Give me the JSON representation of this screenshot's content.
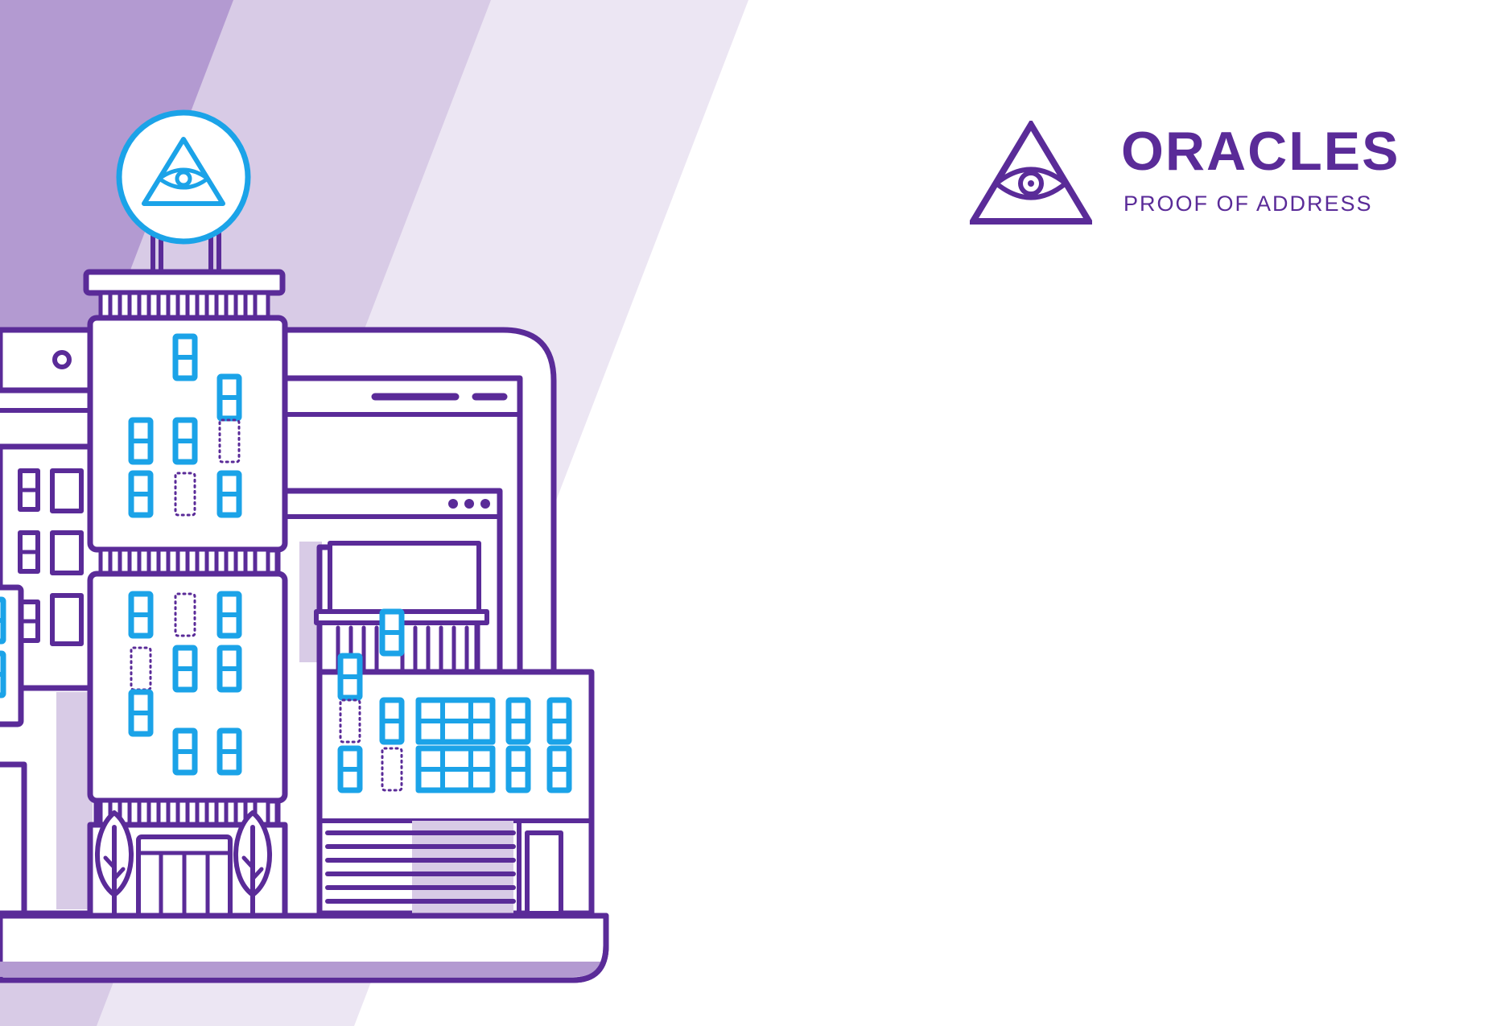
{
  "brand": {
    "title": "ORACLES",
    "subtitle": "PROOF OF ADDRESS",
    "logo_icon": "eye-in-triangle-icon"
  },
  "illustration": {
    "subject": "city-buildings-on-laptop",
    "sign_icon": "eye-in-triangle-icon"
  },
  "colors": {
    "brand_purple": "#5a2b98",
    "accent_blue": "#1ba3e8",
    "stripe_dark": "#b39ad1",
    "stripe_mid": "#d8cbe6",
    "stripe_light": "#ece6f3",
    "background": "#ffffff"
  }
}
